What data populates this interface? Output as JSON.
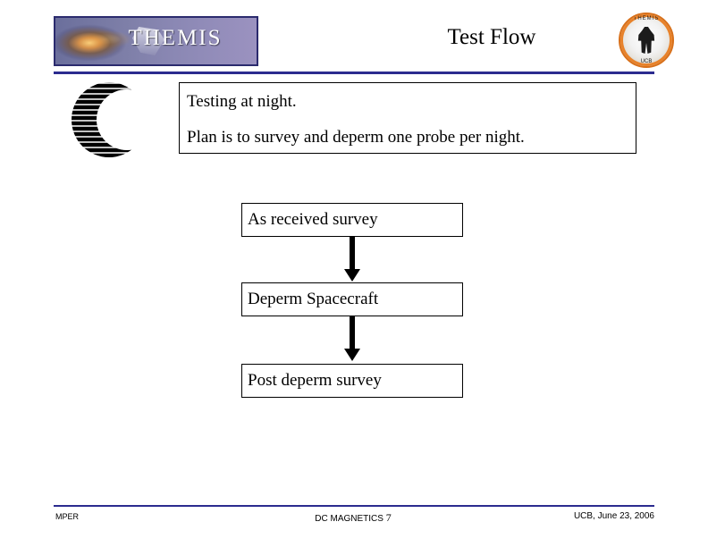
{
  "header": {
    "logo_text": "THEMIS",
    "title": "Test Flow",
    "patch_top_text": "THEMIS",
    "patch_bottom_text": "UCB"
  },
  "statement": {
    "lines": [
      "Testing at night.",
      "Plan is to survey and deperm one probe per night."
    ]
  },
  "flow": {
    "boxes": [
      {
        "label": "As received survey"
      },
      {
        "label": "Deperm Spacecraft"
      },
      {
        "label": "Post deperm survey"
      }
    ]
  },
  "footer": {
    "left": "MPER",
    "center": "DC MAGNETICS",
    "page_number": "7",
    "right": "UCB, June 23, 2006"
  },
  "colors": {
    "rule": "#2b2b8f",
    "text": "#000000",
    "patch_ring": "#e8822a"
  }
}
